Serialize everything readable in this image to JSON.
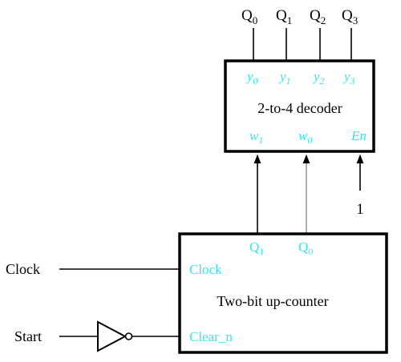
{
  "colors": {
    "ink": "#000000",
    "pin_label": "#2ee8f0",
    "wire_faint": "#9a9a9a"
  },
  "outputs": {
    "q0": {
      "base": "Q",
      "sub": "0"
    },
    "q1": {
      "base": "Q",
      "sub": "1"
    },
    "q2": {
      "base": "Q",
      "sub": "2"
    },
    "q3": {
      "base": "Q",
      "sub": "3"
    }
  },
  "decoder": {
    "title": "2-to-4 decoder",
    "outputs": {
      "y0": {
        "base": "y",
        "sub": "0"
      },
      "y1": {
        "base": "y",
        "sub": "1"
      },
      "y2": {
        "base": "y",
        "sub": "2"
      },
      "y3": {
        "base": "y",
        "sub": "3"
      }
    },
    "inputs": {
      "w1": {
        "base": "w",
        "sub": "1"
      },
      "w0": {
        "base": "w",
        "sub": "0"
      },
      "en": "En"
    }
  },
  "enable_constant": "1",
  "counter": {
    "title": "Two-bit up-counter",
    "outputs": {
      "q1": {
        "base": "Q",
        "sub": "1"
      },
      "q0": {
        "base": "Q",
        "sub": "0"
      }
    },
    "clock_pin": "Clock",
    "clear_pin": "Clear_n"
  },
  "inputs": {
    "clock": "Clock",
    "start": "Start"
  },
  "icons": {
    "inverter": "not-gate-icon",
    "arrow": "arrowhead-icon"
  }
}
